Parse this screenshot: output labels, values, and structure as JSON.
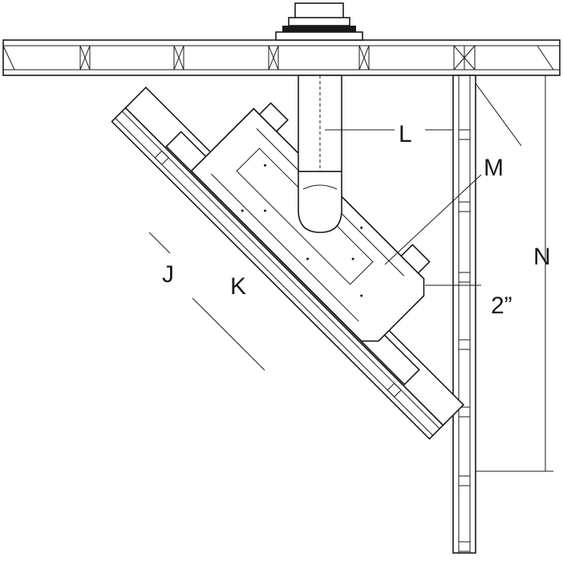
{
  "diagram": {
    "labels": {
      "j": "J",
      "k": "K",
      "l": "L",
      "m": "M",
      "n": "N",
      "clearance": "2”"
    }
  }
}
